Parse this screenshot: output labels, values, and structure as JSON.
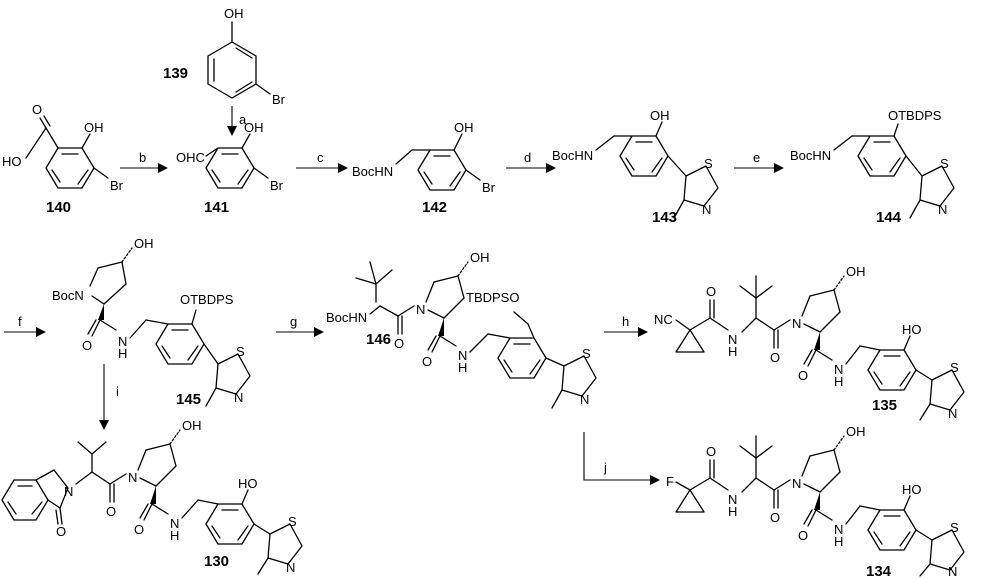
{
  "compounds": {
    "c139": "139",
    "c140": "140",
    "c141": "141",
    "c142": "142",
    "c143": "143",
    "c144": "144",
    "c145": "145",
    "c146": "146",
    "c135": "135",
    "c130": "130",
    "c134": "134"
  },
  "reagent_labels": {
    "a": "a",
    "b": "b",
    "c": "c",
    "d": "d",
    "e": "e",
    "f": "f",
    "g": "g",
    "h": "h",
    "i": "i",
    "j": "j"
  },
  "atom_labels": {
    "OH": "OH",
    "Br": "Br",
    "HO": "HO",
    "O": "O",
    "OHC": "OHC",
    "BocHN": "BocHN",
    "BocN": "BocN",
    "S": "S",
    "N": "N",
    "H": "H",
    "OTBDPS": "OTBDPS",
    "TBDPSO": "TBDPSO",
    "NC": "NC",
    "F": "F"
  }
}
